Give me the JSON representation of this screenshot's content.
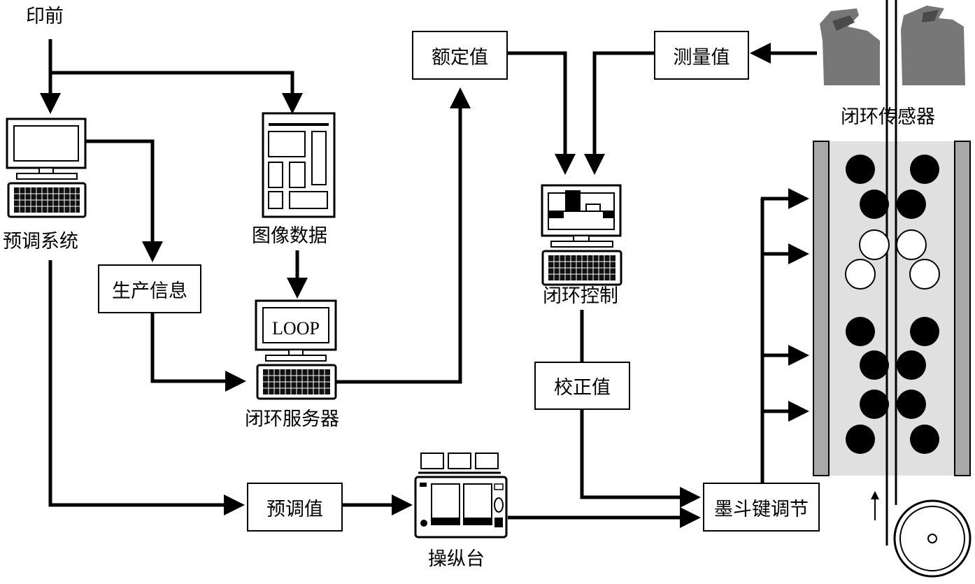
{
  "labels": {
    "prepress": "印前",
    "preset_system": "预调系统",
    "image_data": "图像数据",
    "production_info": "生产信息",
    "loop_server": "闭环服务器",
    "loop_screen_text": "LOOP",
    "rated_value": "额定值",
    "measured_value": "测量值",
    "loop_sensor": "闭环传感器",
    "loop_control": "闭环控制",
    "correction_value": "校正值",
    "preset_value": "预调值",
    "console": "操纵台",
    "ink_key_adjust": "墨斗键调节"
  }
}
